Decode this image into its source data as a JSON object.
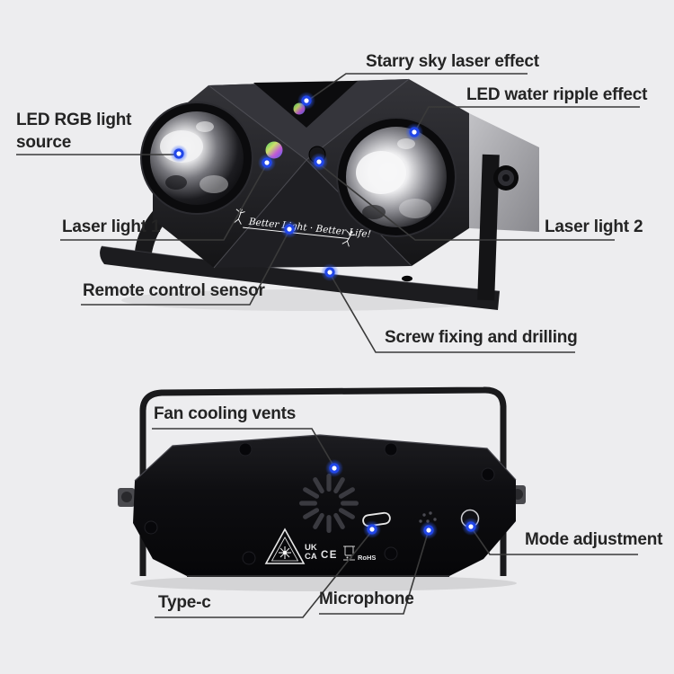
{
  "title": "Party laser light product feature diagram",
  "colors": {
    "background": "#ededef",
    "marker_blue": "#2b55f0",
    "leader_line": "#3a3a3a",
    "label_text": "#242424",
    "device_body": "#1b1b1e"
  },
  "annotations": [
    {
      "label": "Starry sky laser effect"
    },
    {
      "label": "LED water ripple effect"
    },
    {
      "label": "LED RGB light source"
    },
    {
      "label": "Laser light 1"
    },
    {
      "label": "Laser light 2"
    },
    {
      "label": "Remote control sensor"
    },
    {
      "label": "Screw fixing and drilling"
    },
    {
      "label": "Fan cooling vents"
    },
    {
      "label": "Mode adjustment"
    },
    {
      "label": "Type-c"
    },
    {
      "label": "Microphone"
    }
  ],
  "device_front": {
    "brand_script": "Better Light · Better Life!"
  },
  "device_back": {
    "cert_uk": "UK",
    "cert_ca": "CA",
    "cert_ce": "CE",
    "cert_rohs": "RoHS"
  }
}
